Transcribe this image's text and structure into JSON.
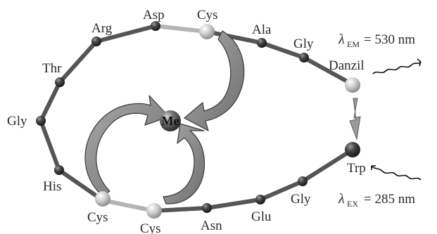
{
  "residues": {
    "arg": "Arg",
    "asp": "Asp",
    "cys_top": "Cys",
    "ala": "Ala",
    "gly_top": "Gly",
    "thr": "Thr",
    "gly_left": "Gly",
    "his": "His",
    "cys_left": "Cys",
    "cys_bottom": "Cys",
    "asn": "Asn",
    "glu": "Glu",
    "gly_bottom": "Gly",
    "trp": "Trp",
    "danzil": "Danzil"
  },
  "metal": {
    "label": "Me"
  },
  "emission": {
    "symbol": "λ",
    "subscript": "EM",
    "value": "= 530 nm"
  },
  "excitation": {
    "symbol": "λ",
    "subscript": "EX",
    "value": "= 285 nm"
  },
  "colors": {
    "backbone": "#555555",
    "backbone_light": "#b4b4b4",
    "node_dark": "#333333",
    "node_light": "#cfcfcf",
    "arrow_fill": "#8a8a8a",
    "arrow_stroke": "#3a3a3a"
  }
}
